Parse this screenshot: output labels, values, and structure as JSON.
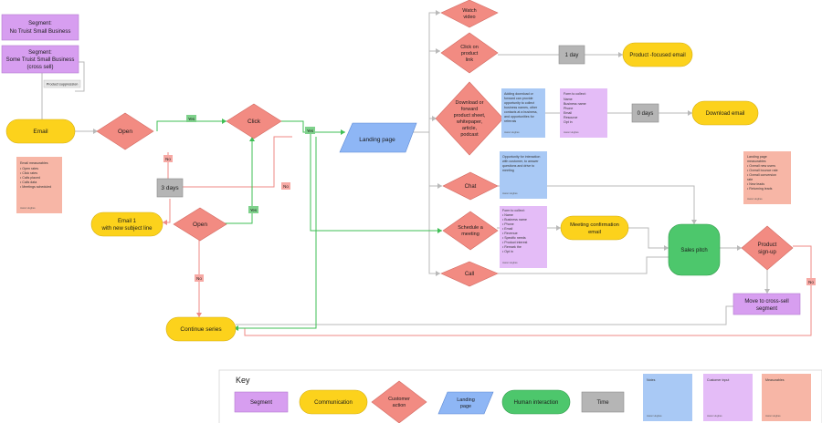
{
  "segments": {
    "no_truist": [
      "Segment:",
      "No Truist Small Business"
    ],
    "some_truist": [
      "Segment:",
      "Some Truist Small Business",
      "(cross sell)"
    ],
    "suppression_label": "Product suppression"
  },
  "nodes": {
    "email": "Email",
    "open1": "Open",
    "click": "Click",
    "landing_page": "Landing page",
    "three_days": "3 days",
    "email1_resend": [
      "Email 1",
      "with new subject line"
    ],
    "open2": "Open",
    "continue_series": "Continue series",
    "watch_video": [
      "Watch",
      "video"
    ],
    "click_product_link": [
      "Click on",
      "product",
      "link"
    ],
    "one_day": "1 day",
    "product_focused_email": "Product -focused email",
    "download_forward": [
      "Download or",
      "forward",
      "product sheet,",
      "whitepaper,",
      "article,",
      "podcast"
    ],
    "zero_days": "0 days",
    "download_email": "Download email",
    "chat": "Chat",
    "schedule_meeting": [
      "Schedule a",
      "meeting"
    ],
    "meeting_confirmation": [
      "Meeting confirmation",
      "email"
    ],
    "call": "Call",
    "sales_pitch": "Sales pitch",
    "product_signup": [
      "Product",
      "sign-up"
    ],
    "cross_sell": [
      "Move to cross-sell",
      "segment"
    ]
  },
  "edge_labels": {
    "yes": "Yes",
    "no": "No"
  },
  "notes": {
    "email_measurables": {
      "lines": [
        "Email measurables",
        "• Open rates",
        "• Click rates",
        "• Calls placed",
        "• Calls data",
        "• Meetings scheduled"
      ],
      "author": "Jason Hughes"
    },
    "download_note": {
      "lines": [
        "Adding download or",
        "forward can provide",
        "opportunity to collect",
        "business names, other",
        "contacts at a business,",
        "and opportunities for",
        "referrals"
      ],
      "author": "Jason Hughes"
    },
    "form_collect_1": {
      "lines": [
        "Form to collect:",
        "Name",
        "Business name",
        "Phone",
        "Email",
        "Resource",
        "Opt in"
      ],
      "author": "Jason Hughes"
    },
    "chat_note": {
      "lines": [
        "Opportunity for interaction",
        "with customer, to answer",
        "questions and drive to",
        "meeting"
      ],
      "author": "Jason Hughes"
    },
    "form_collect_2": {
      "lines": [
        "Form to collect:",
        "• Name",
        "• Business name",
        "• Phone",
        "• Email",
        "• Revenue",
        "• Specific needs",
        "• Product interest",
        "• Remark the",
        "• Opt in"
      ],
      "author": "Jason Hughes"
    },
    "landing_measurables": {
      "lines": [
        "Landing page",
        "measurables",
        "• Overall new users",
        "• Overall bounce rate",
        "• Overall conversion",
        "  rate",
        "• New leads",
        "• Returning leads"
      ],
      "author": "Jason Hughes"
    }
  },
  "key": {
    "title": "Key",
    "segment": "Segment",
    "communication": "Communication",
    "customer_action": [
      "Customer",
      "action"
    ],
    "landing_page": [
      "Landing",
      "page"
    ],
    "human_interaction": "Human interaction",
    "time": "Time",
    "notes_label": "Notes",
    "customer_input": "Customer input",
    "measurables": "Measurables",
    "author": "Jason Hughes"
  },
  "colors": {
    "segment": "#d79ef0",
    "communication": "#fcd21c",
    "action": "#f28b82",
    "landing": "#8eb6f5",
    "human": "#4dc76c",
    "time": "#b5b5b5",
    "note_blue": "#a9c9f5",
    "note_purple": "#e4bcf7",
    "note_salmon": "#f7b6a6",
    "green_line": "#3fbf55",
    "red_line": "#ef8a86",
    "gray_line": "#b9b9b9"
  }
}
